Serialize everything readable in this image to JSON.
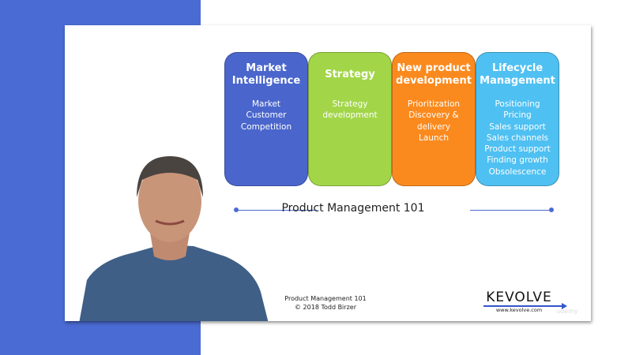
{
  "slide": {
    "columns": [
      {
        "title": "Market Intelligence",
        "items": [
          "Market",
          "Customer",
          "Competition"
        ],
        "color": "#4a66cc"
      },
      {
        "title": "Strategy",
        "items": [
          "Strategy development"
        ],
        "color": "#a2d648"
      },
      {
        "title": "New product development",
        "items": [
          "Prioritization",
          "Discovery & delivery",
          "Launch"
        ],
        "color": "#fb8a1e"
      },
      {
        "title": "Lifecycle Management",
        "items": [
          "Positioning",
          "Pricing",
          "Sales support",
          "Sales channels",
          "Product support",
          "Finding growth",
          "Obsolescence"
        ],
        "color": "#4fc0f2"
      }
    ],
    "title": "Product Management 101",
    "footer_line1": "Product Management 101",
    "footer_line2": "© 2018 Todd Birzer",
    "logo_text": "KEVOLVE",
    "logo_url": "www.kevolve.com",
    "watermark": "udemy"
  }
}
